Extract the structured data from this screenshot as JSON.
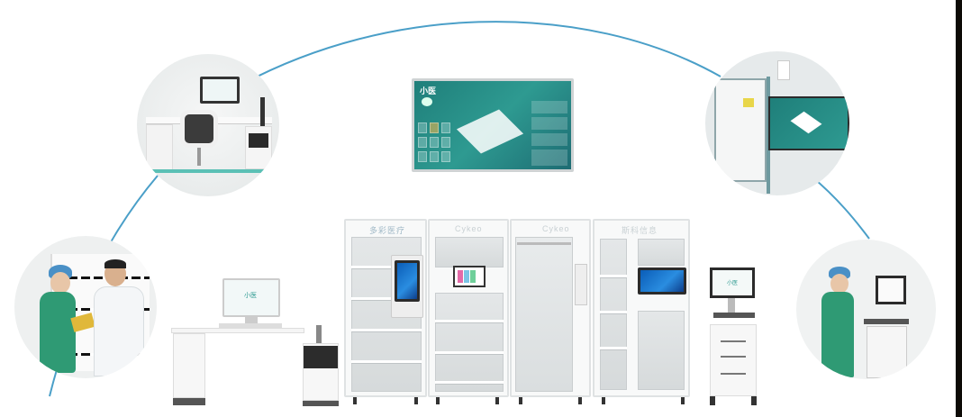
{
  "scene": {
    "description": "Smart hospital supply / surgical garment management system illustration",
    "arc_color": "#4a9fc8",
    "accent_teal": "#2e9a91",
    "background": "#ffffff"
  },
  "central_display": {
    "title": "小医",
    "type": "wall-mounted dashboard screen",
    "theme_color": "#2e9a91"
  },
  "cabinets": [
    {
      "name": "garment-cabinet-1",
      "brand_label": "多彩医疗",
      "screen": "windows-tablet"
    },
    {
      "name": "garment-cabinet-2",
      "brand_label": "Cykeo",
      "screen": "small-display"
    },
    {
      "name": "hanging-cabinet",
      "brand_label": "Cykeo",
      "screen": "card-reader"
    },
    {
      "name": "shoe-cabinet",
      "brand_label": "斯科信息",
      "screen": "windows-display"
    }
  ],
  "workstation": {
    "monitor_text": "小医",
    "desk": "reception-desk-with-printer"
  },
  "cart": {
    "monitor_text": "小医",
    "type": "mobile-nursing-cart"
  },
  "vignettes": [
    {
      "name": "desk-station-photo"
    },
    {
      "name": "operating-room-wall-display-photo"
    },
    {
      "name": "nurse-doctor-handover-photo"
    },
    {
      "name": "nurse-at-cart-photo"
    }
  ]
}
